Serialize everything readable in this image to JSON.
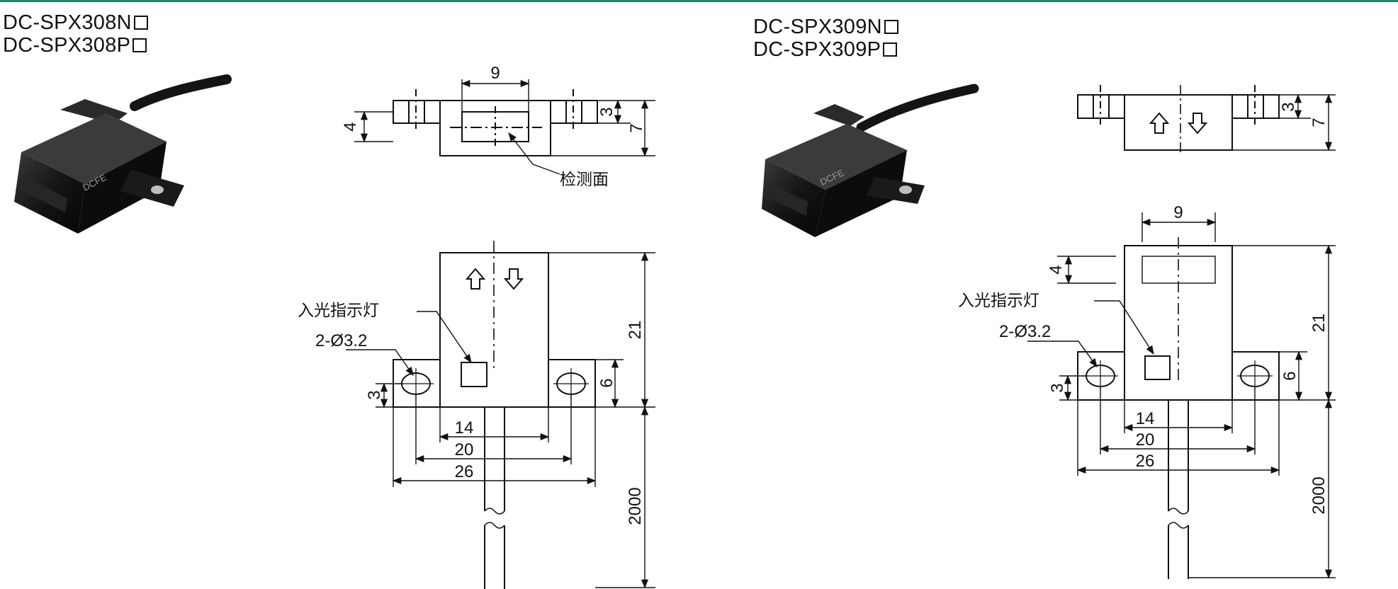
{
  "left": {
    "models": [
      "DC-SPX308N",
      "DC-SPX308P"
    ],
    "photo_brand": "DCFE",
    "dims": {
      "w_window": "9",
      "h_window": "4",
      "h_flange": "3",
      "h_body_top": "7",
      "height": "21",
      "hole_h": "6",
      "hole_offset": "3",
      "w_inner": "14",
      "w_pitch": "20",
      "w_total": "26",
      "cable": "2000"
    },
    "labels": {
      "sensing_face": "检测面",
      "indicator": "入光指示灯",
      "holes": "2-Ø3.2"
    }
  },
  "right": {
    "models": [
      "DC-SPX309N",
      "DC-SPX309P"
    ],
    "photo_brand": "DCFE",
    "dims": {
      "w_window": "9",
      "h_window": "4",
      "h_flange": "3",
      "h_body_top": "7",
      "height": "21",
      "hole_h": "6",
      "hole_offset": "3",
      "w_inner": "14",
      "w_pitch": "20",
      "w_total": "26",
      "cable": "2000"
    },
    "labels": {
      "indicator": "入光指示灯",
      "holes": "2-Ø3.2"
    }
  },
  "colors": {
    "accent_line": "#1a8a72",
    "line": "#111111",
    "body": "#1c1c1c"
  }
}
